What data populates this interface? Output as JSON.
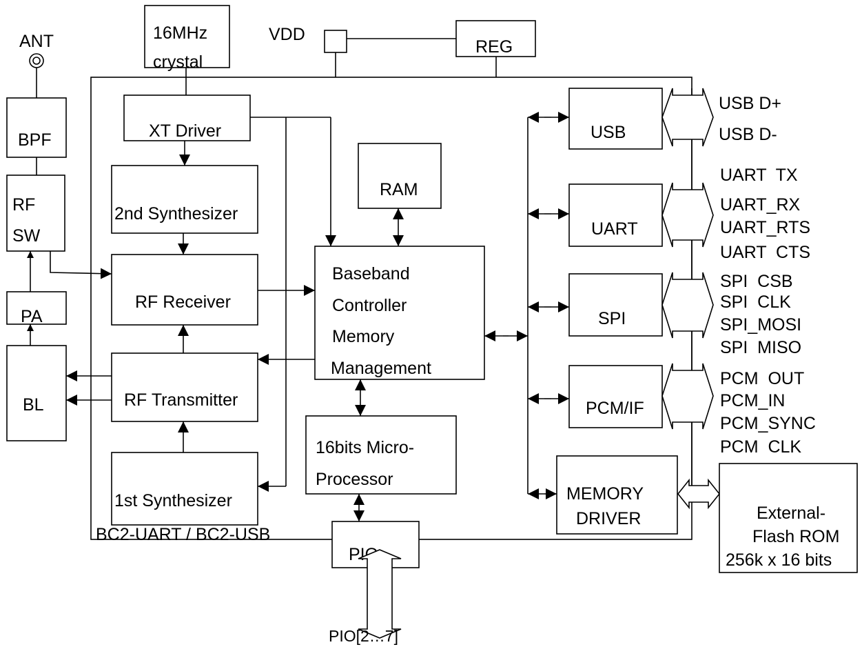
{
  "antenna": {
    "label": "ANT"
  },
  "crystal": {
    "line1": "16MHz",
    "line2": "crystal"
  },
  "power": {
    "vdd": "VDD",
    "reg": "REG"
  },
  "rf_front": {
    "bpf": "BPF",
    "rfsw_line1": "RF",
    "rfsw_line2": "SW",
    "pa": "PA",
    "bl": "BL"
  },
  "chip": {
    "name": "BC2-UART / BC2-USB",
    "xt_driver": "XT Driver",
    "synth2": "2nd Synthesizer",
    "rf_receiver": "RF Receiver",
    "rf_transmitter": "RF Transmitter",
    "synth1": "1st Synthesizer",
    "ram": "RAM",
    "baseband": [
      "Baseband",
      "Controller",
      "Memory",
      "Management"
    ],
    "micro": [
      "16bits Micro-",
      "Processor"
    ],
    "pio": "PIO",
    "usb": "USB",
    "uart": "UART",
    "spi": "SPI",
    "pcm": "PCM/IF",
    "memdrv": [
      "MEMORY",
      "DRIVER"
    ]
  },
  "signals": {
    "usb": [
      "USB D+",
      "USB D-"
    ],
    "uart": [
      "UART  TX",
      "UART_RX",
      "UART_RTS",
      "UART  CTS"
    ],
    "spi": [
      "SPI  CSB",
      "SPI  CLK",
      "SPI_MOSI",
      "SPI  MISO"
    ],
    "pcm": [
      "PCM  OUT",
      "PCM_IN",
      "PCM_SYNC",
      "PCM  CLK"
    ]
  },
  "external_flash": [
    "External-",
    "Flash ROM",
    "256k x 16 bits"
  ],
  "pio_bus": "PIO[2…7]"
}
